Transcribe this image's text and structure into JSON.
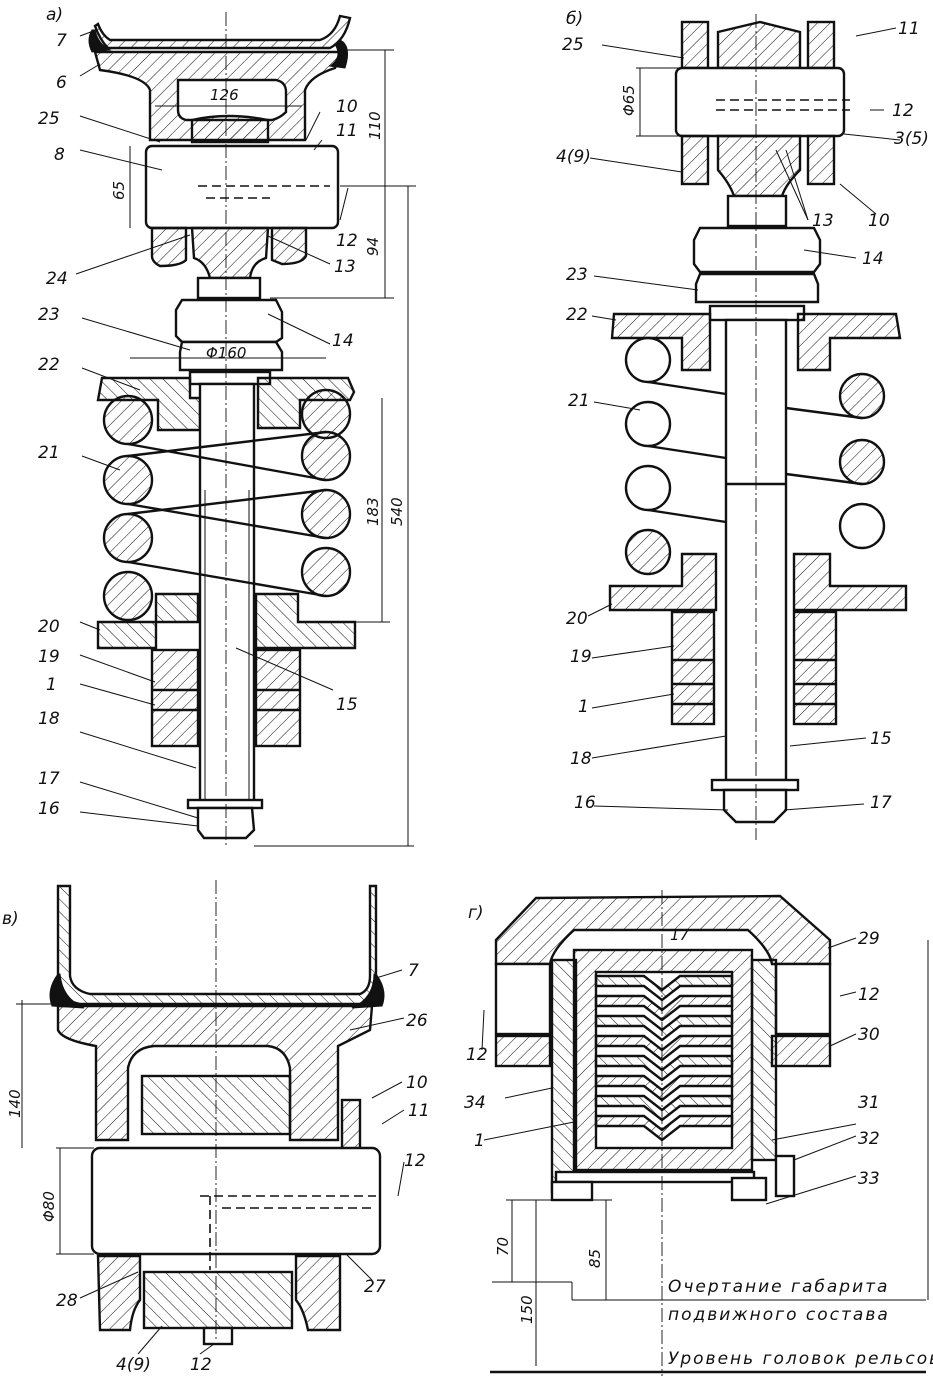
{
  "figure": {
    "title": "Axle-box spring suspension assemblies",
    "views": {
      "a": {
        "tag": "а)",
        "callouts": [
          "7",
          "6",
          "25",
          "8",
          "24",
          "23",
          "22",
          "21",
          "20",
          "19",
          "1",
          "18",
          "17",
          "16",
          "10",
          "11",
          "12",
          "13",
          "14",
          "15"
        ],
        "dimensions": {
          "width_slot": "126",
          "pin_dia": "65",
          "upper": "110",
          "lower": "94",
          "spring_plate": "Φ160",
          "spring_height": "183",
          "total": "540"
        }
      },
      "b": {
        "tag": "б)",
        "callouts": [
          "25",
          "4(9)",
          "23",
          "22",
          "21",
          "20",
          "19",
          "1",
          "18",
          "16",
          "11",
          "12",
          "3(5)",
          "10",
          "13",
          "14",
          "15",
          "17"
        ],
        "dimensions": {
          "pin_dia": "Φ65"
        }
      },
      "v": {
        "tag": "в)",
        "callouts": [
          "7",
          "26",
          "10",
          "11",
          "12",
          "27",
          "28",
          "4(9)",
          "12"
        ],
        "dimensions": {
          "height": "140",
          "pin_dia": "Φ80"
        }
      },
      "g": {
        "tag": "г)",
        "callouts": [
          "29",
          "12",
          "30",
          "12",
          "34",
          "31",
          "1",
          "32",
          "33"
        ],
        "dimensions": {
          "gap": "17",
          "h1": "70",
          "h2": "85",
          "h3": "150"
        },
        "notes": [
          "Очертание габарита",
          "подвижного состава",
          "Уровень головок рельсов"
        ]
      }
    }
  }
}
